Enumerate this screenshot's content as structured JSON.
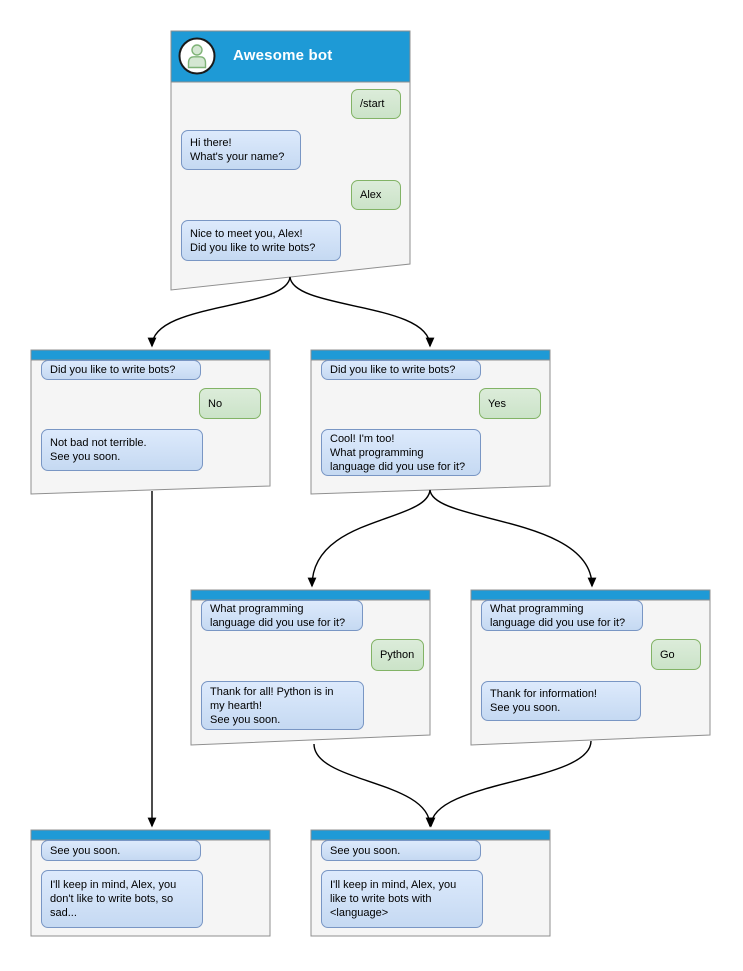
{
  "diagram": {
    "type": "chatbot-conversation-flowchart",
    "bot_title": "Awesome bot",
    "colors": {
      "header_blue": "#1e9ad6",
      "box_fill": "#f5f5f5",
      "box_border": "#8f8f8f",
      "bot_bubble_fill": "#dae8fc",
      "bot_bubble_border": "#7996c4",
      "user_bubble_fill": "#d5e8d4",
      "user_bubble_border": "#82b366",
      "arrow": "#000000"
    },
    "nodes": [
      {
        "id": "start",
        "header": "Awesome bot",
        "messages": [
          {
            "from": "user",
            "text": "/start"
          },
          {
            "from": "bot",
            "text": "Hi there!\nWhat's your name?"
          },
          {
            "from": "user",
            "text": "Alex"
          },
          {
            "from": "bot",
            "text": "Nice to meet you, Alex!\nDid you like to write bots?"
          }
        ]
      },
      {
        "id": "branch-no",
        "messages": [
          {
            "from": "bot",
            "text": "Did you like to write bots?"
          },
          {
            "from": "user",
            "text": "No"
          },
          {
            "from": "bot",
            "text": "Not bad not terrible.\nSee you soon."
          }
        ]
      },
      {
        "id": "branch-yes",
        "messages": [
          {
            "from": "bot",
            "text": "Did you like to write bots?"
          },
          {
            "from": "user",
            "text": "Yes"
          },
          {
            "from": "bot",
            "text": "Cool! I'm too!\nWhat programming\nlanguage did you use for it?"
          }
        ]
      },
      {
        "id": "branch-python",
        "messages": [
          {
            "from": "bot",
            "text": "What programming\nlanguage did you use for it?"
          },
          {
            "from": "user",
            "text": "Python"
          },
          {
            "from": "bot",
            "text": "Thank for all! Python is in\nmy hearth!\nSee you soon."
          }
        ]
      },
      {
        "id": "branch-go",
        "messages": [
          {
            "from": "bot",
            "text": "What programming\nlanguage did you use for it?"
          },
          {
            "from": "user",
            "text": "Go"
          },
          {
            "from": "bot",
            "text": "Thank for information!\nSee you soon."
          }
        ]
      },
      {
        "id": "end-no",
        "messages": [
          {
            "from": "bot",
            "text": "See you soon."
          },
          {
            "from": "bot",
            "text": "I'll keep in mind, Alex, you\ndon't like to write bots, so\nsad..."
          }
        ]
      },
      {
        "id": "end-yes",
        "messages": [
          {
            "from": "bot",
            "text": "See you soon."
          },
          {
            "from": "bot",
            "text": "I'll keep in mind, Alex, you\nlike to write bots with\n<language>"
          }
        ]
      }
    ],
    "edges": [
      {
        "from": "start",
        "to": "branch-no"
      },
      {
        "from": "start",
        "to": "branch-yes"
      },
      {
        "from": "branch-no",
        "to": "end-no"
      },
      {
        "from": "branch-yes",
        "to": "branch-python"
      },
      {
        "from": "branch-yes",
        "to": "branch-go"
      },
      {
        "from": "branch-python",
        "to": "end-yes"
      },
      {
        "from": "branch-go",
        "to": "end-yes"
      }
    ]
  }
}
